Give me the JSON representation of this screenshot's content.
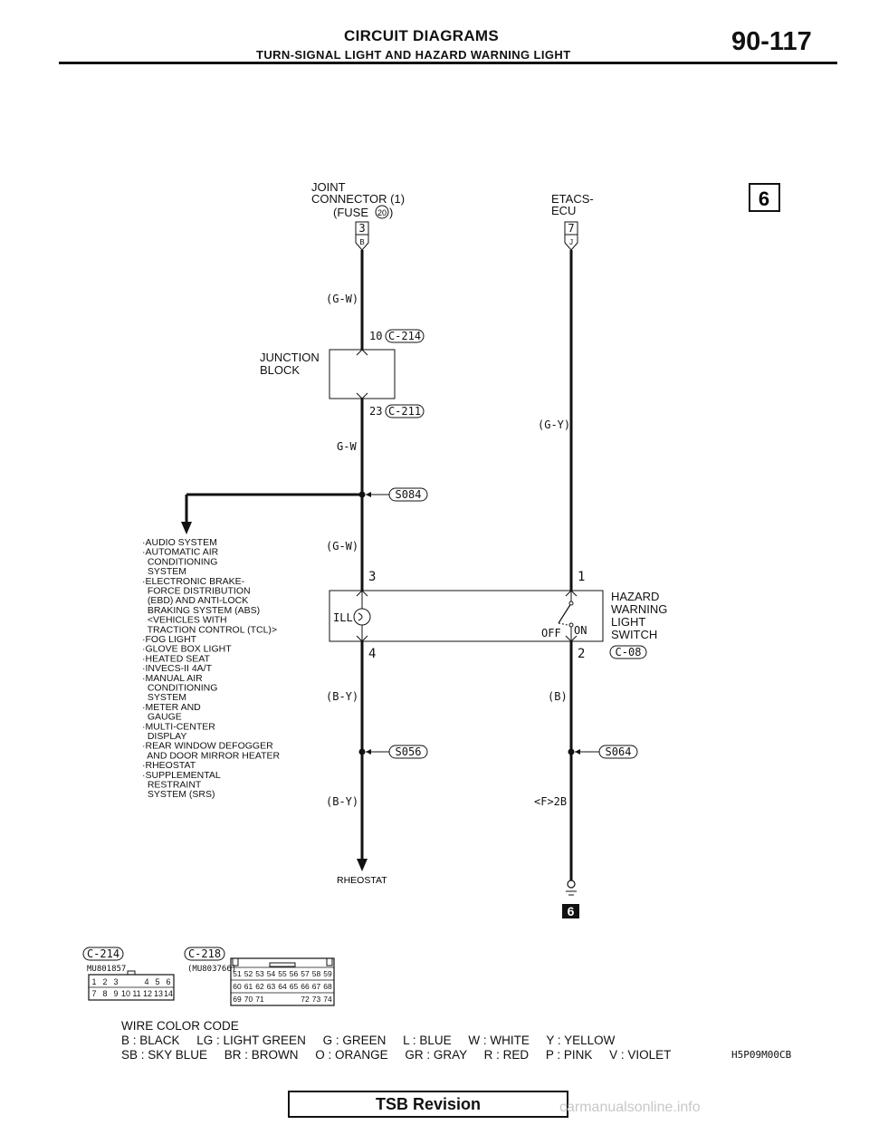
{
  "header": {
    "title": "CIRCUIT DIAGRAMS",
    "subtitle": "TURN-SIGNAL LIGHT AND HAZARD WARNING LIGHT",
    "page": "90-117"
  },
  "diagram": {
    "sheet_marker": "6",
    "ground_marker": "6",
    "joint_connector": {
      "line1": "JOINT",
      "line2": "CONNECTOR (1)",
      "line3": "(FUSE ",
      "fuse_no": "20",
      "line3_end": ")",
      "pin": "3",
      "pin_letter": "B"
    },
    "etacs": {
      "line1": "ETACS-",
      "line2": "ECU",
      "pin": "7",
      "pin_letter": "J"
    },
    "junction_block": {
      "line1": "JUNCTION",
      "line2": "BLOCK",
      "top_pin": "10",
      "top_conn": "C-214",
      "bottom_pin": "23",
      "bottom_conn": "C-211"
    },
    "wires": {
      "gw_upper": "(G-W)",
      "gw_mid": "G-W",
      "gw_lower": "(G-W)",
      "gy": "(G-Y)",
      "by_upper": "(B-Y)",
      "by_lower": "(B-Y)",
      "b": "(B)",
      "f2b": "<F>2B"
    },
    "splices": {
      "s084": "S084",
      "s056": "S056",
      "s064": "S064"
    },
    "hazard_switch": {
      "line1": "HAZARD",
      "line2": "WARNING",
      "line3": "LIGHT",
      "line4": "SWITCH",
      "connector": "C-08",
      "pin3": "3",
      "pin1": "1",
      "pin4": "4",
      "pin2": "2",
      "ill": "ILL",
      "off": "OFF",
      "on": "ON"
    },
    "rheostat": "RHEOSTAT",
    "systems": [
      "·AUDIO SYSTEM",
      "·AUTOMATIC AIR",
      "  CONDITIONING",
      "  SYSTEM",
      "·ELECTRONIC BRAKE-",
      "  FORCE DISTRIBUTION",
      "  (EBD) AND ANTI-LOCK",
      "  BRAKING SYSTEM (ABS)",
      "  <VEHICLES WITH",
      "  TRACTION CONTROL (TCL)>",
      "·FOG LIGHT",
      "·GLOVE BOX LIGHT",
      "·HEATED SEAT",
      "·INVECS-II 4A/T",
      "·MANUAL AIR",
      "  CONDITIONING",
      "  SYSTEM",
      "·METER AND",
      "  GAUGE",
      "·MULTI-CENTER",
      "  DISPLAY",
      "·REAR WINDOW DEFOGGER",
      "  AND DOOR MIRROR HEATER",
      "·RHEOSTAT",
      "·SUPPLEMENTAL",
      "  RESTRAINT",
      "  SYSTEM (SRS)"
    ],
    "connector_c214": {
      "name": "C-214",
      "part": "MU801857",
      "row1": [
        "1",
        "2",
        "3",
        "",
        "4",
        "5",
        "6"
      ],
      "row2": [
        "7",
        "8",
        "9",
        "10",
        "11",
        "12",
        "13",
        "14"
      ]
    },
    "connector_c218": {
      "name": "C-218",
      "part": "(MU803766)",
      "row1": [
        "51",
        "52",
        "53",
        "54",
        "55",
        "56",
        "57",
        "58",
        "59"
      ],
      "row2": [
        "60",
        "61",
        "62",
        "63",
        "64",
        "65",
        "66",
        "67",
        "68"
      ],
      "row3": [
        "69",
        "70",
        "71",
        "",
        "",
        "",
        "72",
        "73",
        "74"
      ]
    },
    "figure_code": "H5P09M00CB"
  },
  "legend": {
    "title": "WIRE COLOR CODE",
    "row1": "B : BLACK     LG : LIGHT GREEN     G : GREEN     L : BLUE     W : WHITE     Y : YELLOW",
    "row2": "SB : SKY BLUE     BR : BROWN     O : ORANGE     GR : GRAY     R : RED     P : PINK     V : VIOLET"
  },
  "footer": {
    "tsb": "TSB Revision",
    "watermark": "carmanualsonline.info"
  }
}
